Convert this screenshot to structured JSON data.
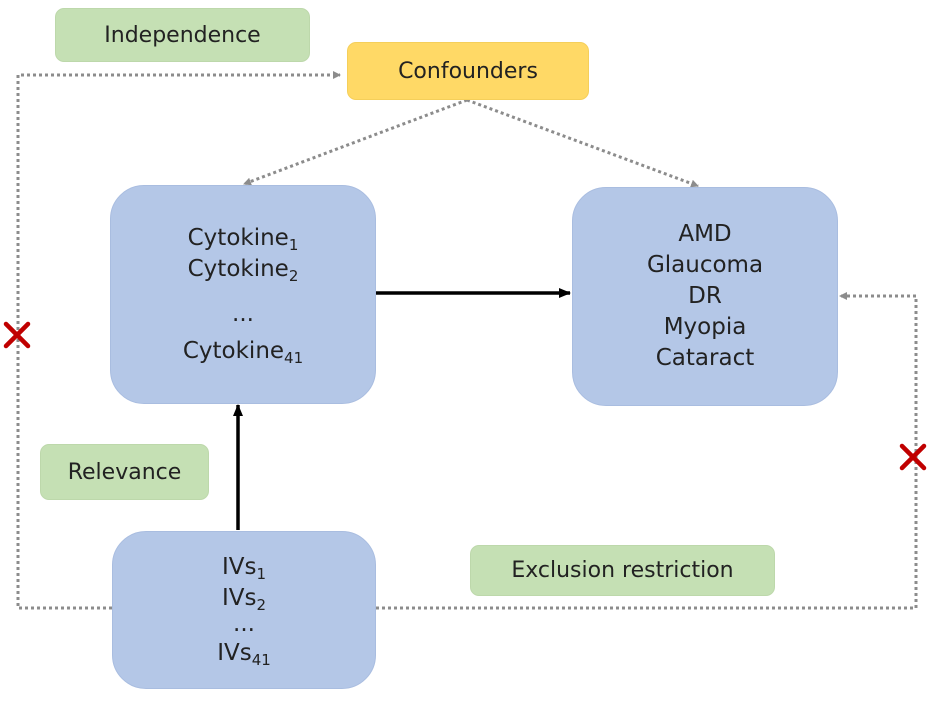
{
  "labels": {
    "independence": "Independence",
    "confounders": "Confounders",
    "relevance": "Relevance",
    "exclusion": "Exclusion restriction"
  },
  "cytokines": {
    "item1": "Cytokine",
    "item1_sub": "1",
    "item2": "Cytokine",
    "item2_sub": "2",
    "ellipsis": "...",
    "item3": "Cytokine",
    "item3_sub": "41"
  },
  "outcomes": [
    "AMD",
    "Glaucoma",
    "DR",
    "Myopia",
    "Cataract"
  ],
  "ivs": {
    "item1": "IVs",
    "item1_sub": "1",
    "item2": "IVs",
    "item2_sub": "2",
    "ellipsis": "...",
    "item3": "IVs",
    "item3_sub": "41"
  },
  "colors": {
    "node": "#b4c7e7",
    "label_green": "#c5e0b4",
    "label_yellow": "#ffd966",
    "dotted_line": "#8c8c8c",
    "solid_arrow": "#000000",
    "cross": "#c00000"
  }
}
